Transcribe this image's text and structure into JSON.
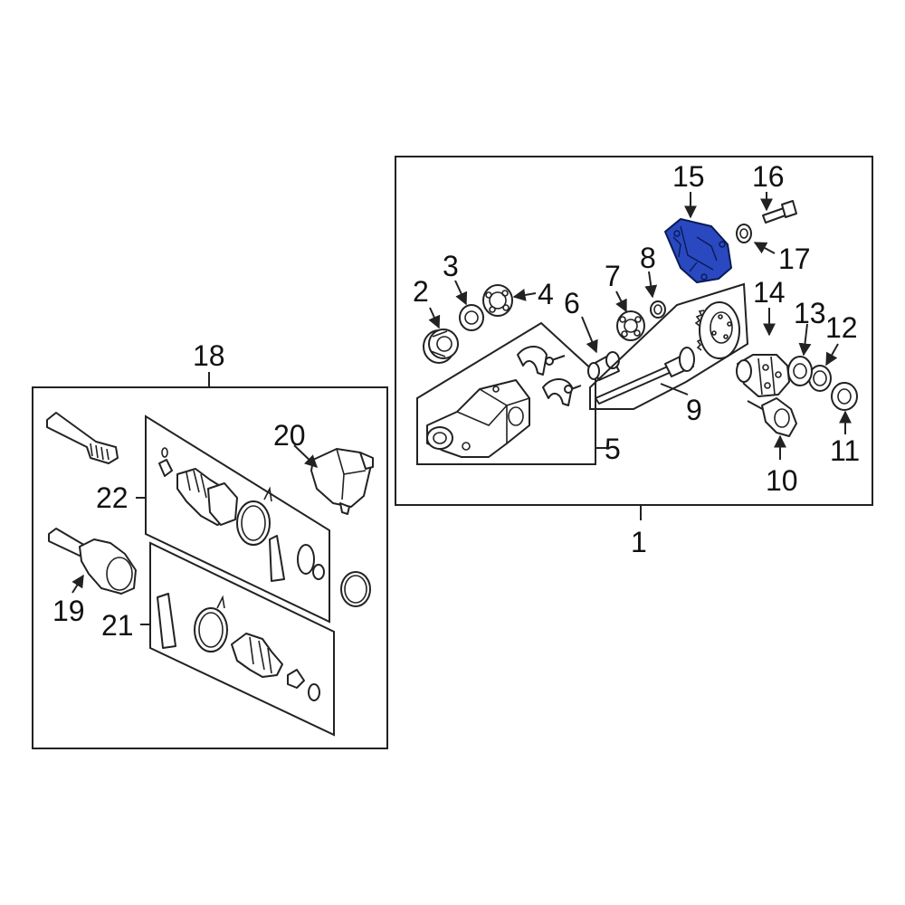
{
  "colors": {
    "highlight_part": "#2a49c0",
    "line": "#222222",
    "background": "#ffffff"
  },
  "callouts": {
    "n1": "1",
    "n2": "2",
    "n3": "3",
    "n4": "4",
    "n5": "5",
    "n6": "6",
    "n7": "7",
    "n8": "8",
    "n9": "9",
    "n10": "10",
    "n11": "11",
    "n12": "12",
    "n13": "13",
    "n14": "14",
    "n15": "15",
    "n16": "16",
    "n17": "17",
    "n18": "18",
    "n19": "19",
    "n20": "20",
    "n21": "21",
    "n22": "22"
  },
  "highlighted_part": "15"
}
